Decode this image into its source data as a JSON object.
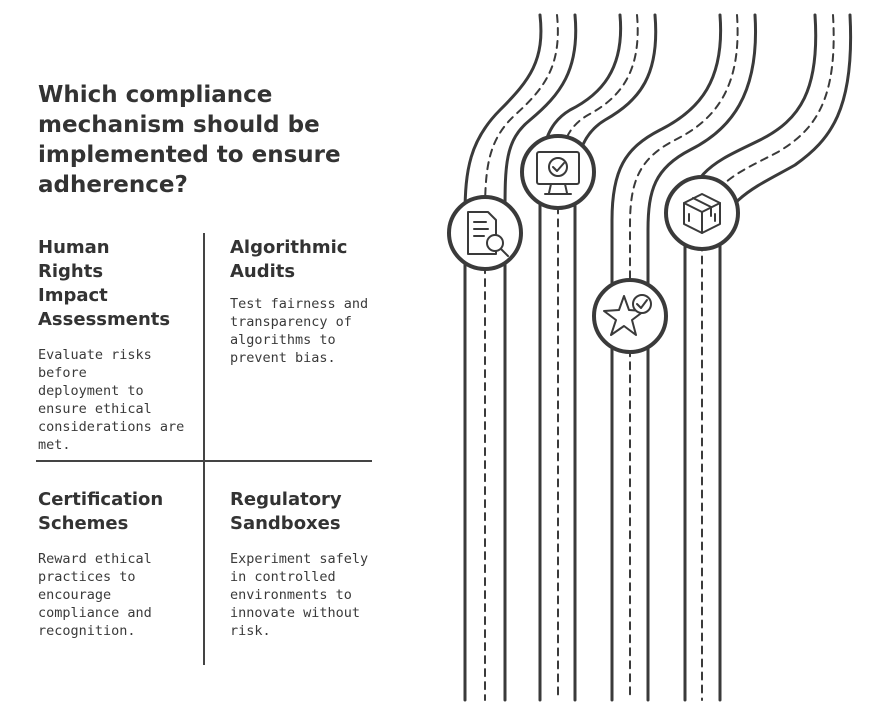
{
  "title": "Which compliance\nmechanism should be\nimplemented to ensure\nadherence?",
  "quadrants": [
    {
      "title": "Human\nRights\nImpact\nAssessments",
      "description": "Evaluate risks before\ndeployment to\nensure ethical\nconsiderations are\nmet."
    },
    {
      "title": "Algorithmic\nAudits",
      "description": "Test fairness and\ntransparency of\nalgorithms to\nprevent bias."
    },
    {
      "title": "Certification\nSchemes",
      "description": "Reward ethical\npractices to\nencourage\ncompliance and\nrecognition."
    },
    {
      "title": "Regulatory\nSandboxes",
      "description": "Experiment safely\nin controlled\nenvironments to\ninnovate without\nrisk."
    }
  ],
  "icons": [
    "document-search-icon",
    "monitor-check-icon",
    "star-check-icon",
    "package-box-icon"
  ],
  "colors": {
    "stroke": "#3a3a3a",
    "background": "#ffffff"
  }
}
